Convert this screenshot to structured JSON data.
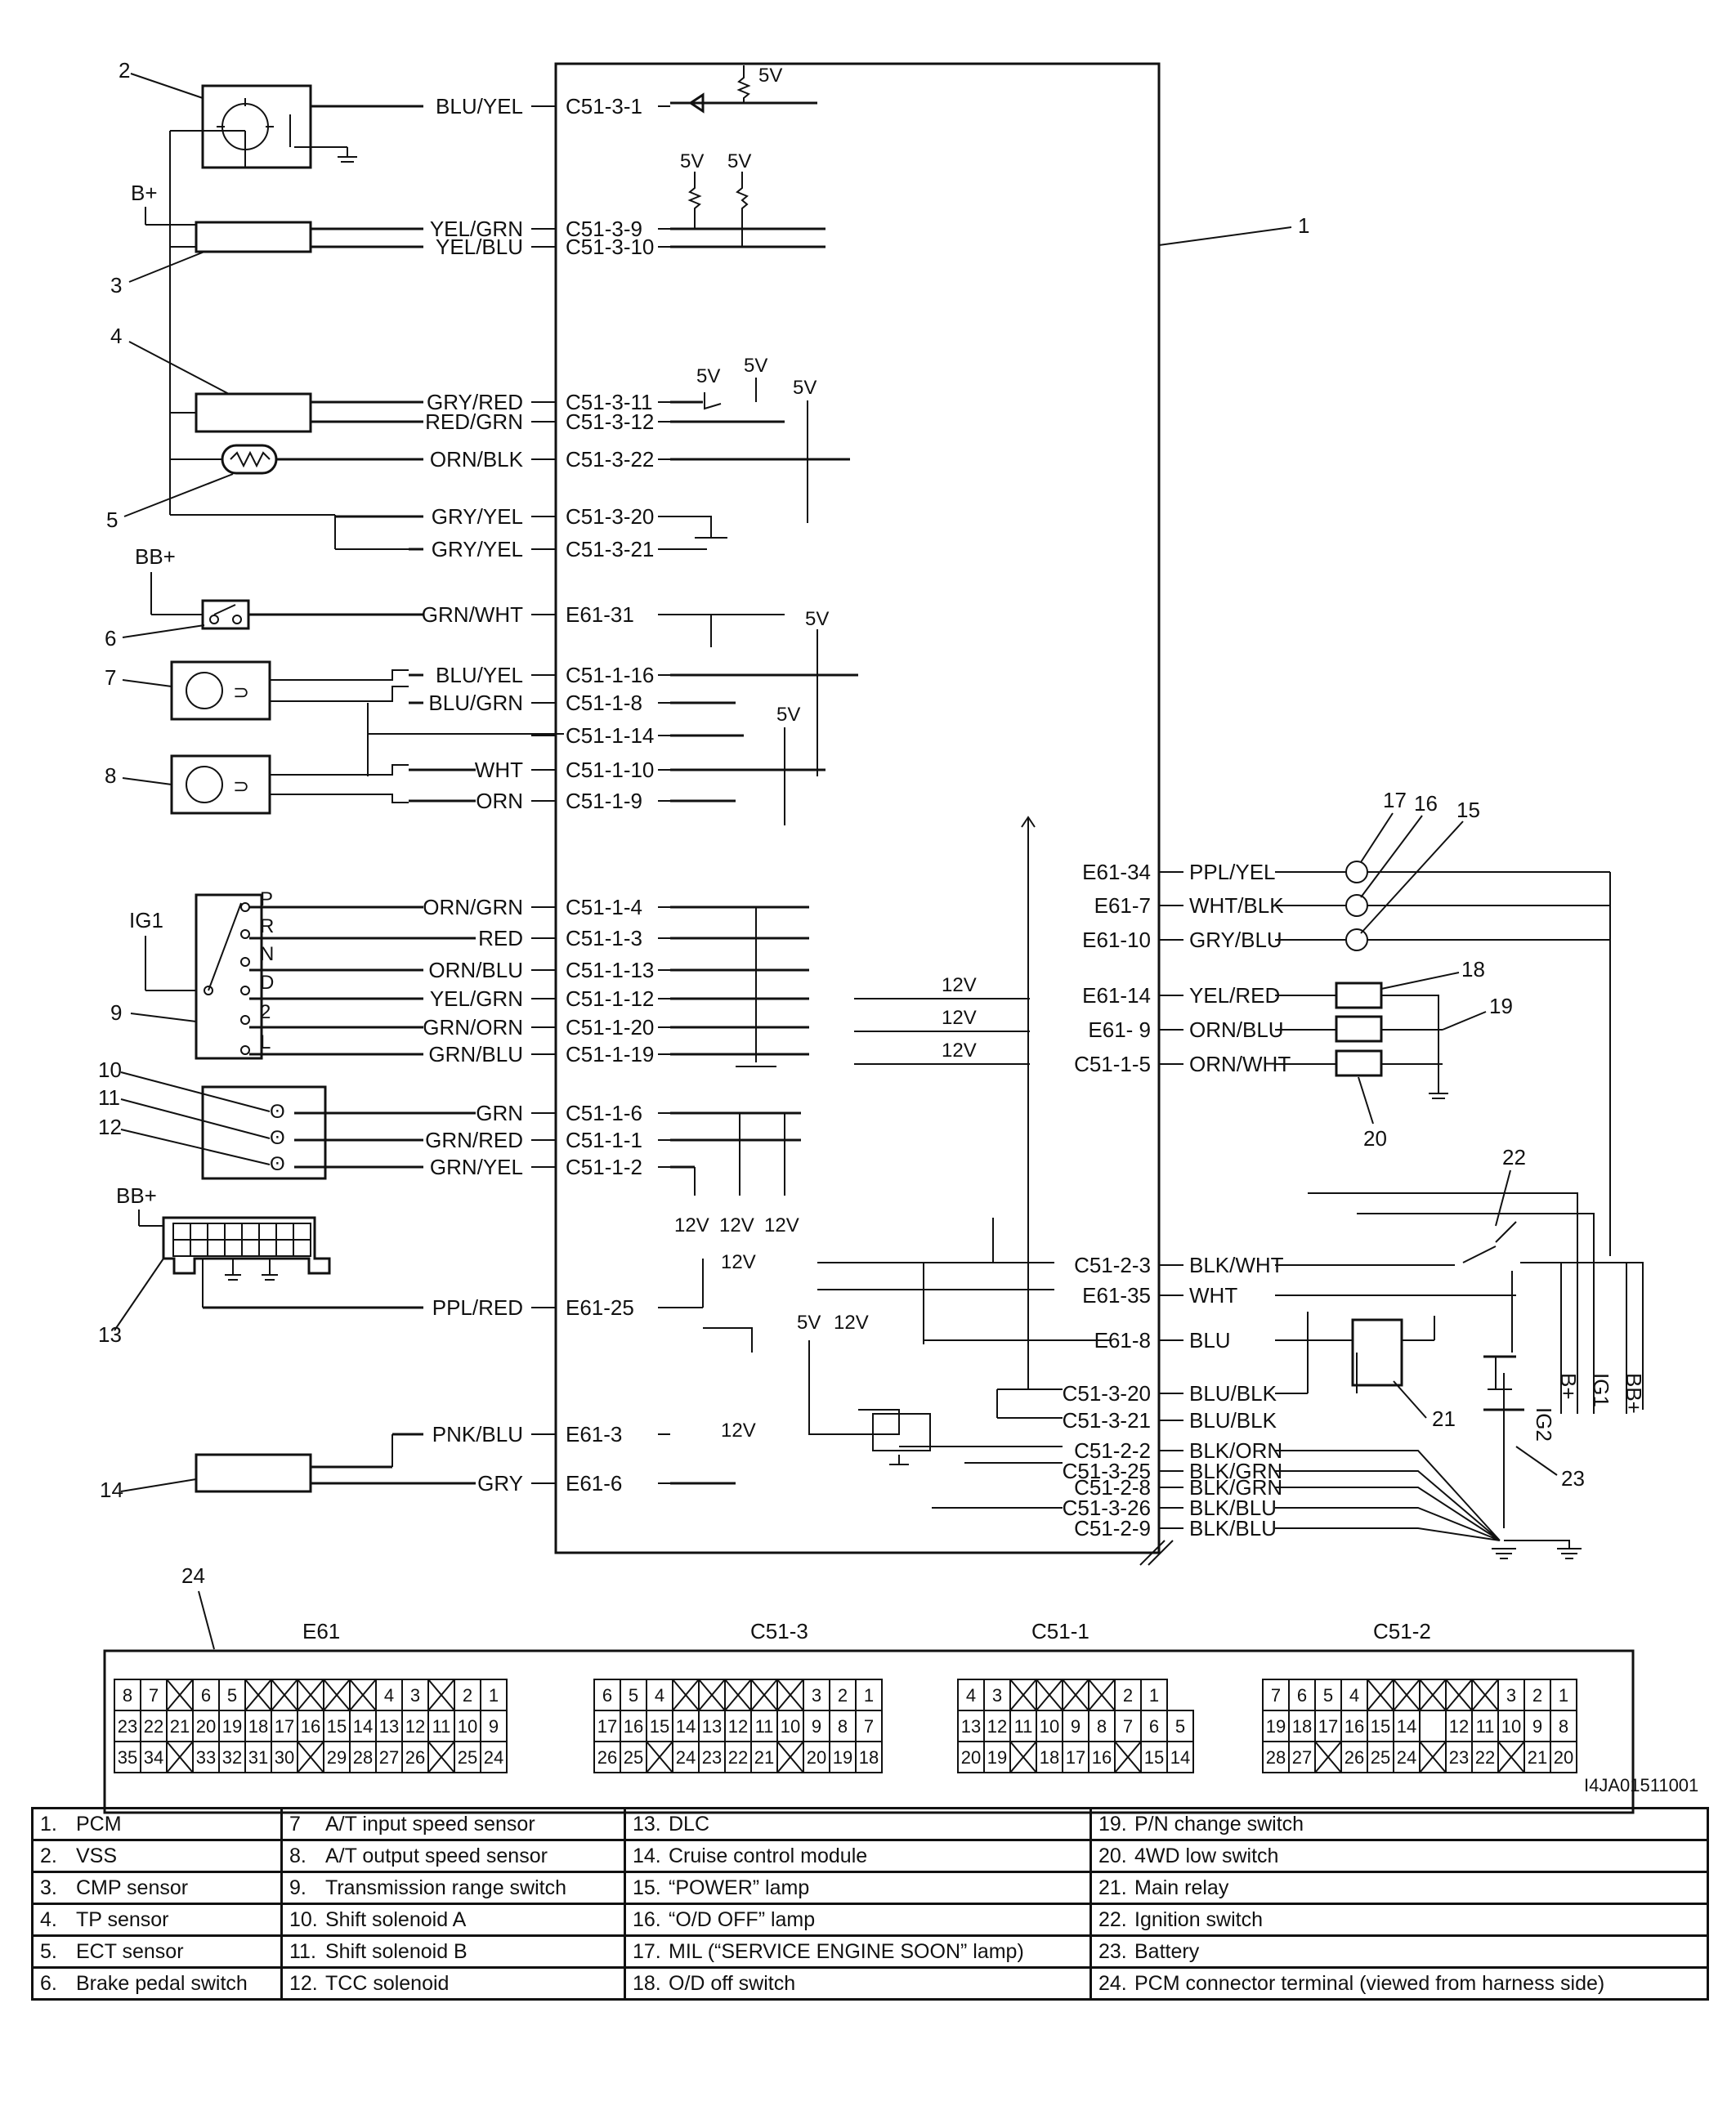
{
  "drawing_id": "I4JA01511001",
  "pcm_number": "1",
  "voltages": {
    "v5": "5V",
    "v12": "12V"
  },
  "power_labels": {
    "b_plus": "B+",
    "bb_plus": "BB+",
    "ig1": "IG1",
    "ig2": "IG2"
  },
  "left_wires": [
    {
      "wire": "BLU/YEL",
      "pin": "C51-3-1"
    },
    {
      "wire": "YEL/GRN",
      "pin": "C51-3-9"
    },
    {
      "wire": "YEL/BLU",
      "pin": "C51-3-10"
    },
    {
      "wire": "GRY/RED",
      "pin": "C51-3-11"
    },
    {
      "wire": "RED/GRN",
      "pin": "C51-3-12"
    },
    {
      "wire": "ORN/BLK",
      "pin": "C51-3-22"
    },
    {
      "wire": "GRY/YEL",
      "pin": "C51-3-20"
    },
    {
      "wire": "GRY/YEL",
      "pin": "C51-3-21"
    },
    {
      "wire": "GRN/WHT",
      "pin": "E61-31"
    },
    {
      "wire": "BLU/YEL",
      "pin": "C51-1-16"
    },
    {
      "wire": "BLU/GRN",
      "pin": "C51-1-8"
    },
    {
      "wire": "",
      "pin": "C51-1-14"
    },
    {
      "wire": "WHT",
      "pin": "C51-1-10"
    },
    {
      "wire": "ORN",
      "pin": "C51-1-9"
    },
    {
      "wire": "ORN/GRN",
      "pin": "C51-1-4"
    },
    {
      "wire": "RED",
      "pin": "C51-1-3"
    },
    {
      "wire": "ORN/BLU",
      "pin": "C51-1-13"
    },
    {
      "wire": "YEL/GRN",
      "pin": "C51-1-12"
    },
    {
      "wire": "GRN/ORN",
      "pin": "C51-1-20"
    },
    {
      "wire": "GRN/BLU",
      "pin": "C51-1-19"
    },
    {
      "wire": "GRN",
      "pin": "C51-1-6"
    },
    {
      "wire": "GRN/RED",
      "pin": "C51-1-1"
    },
    {
      "wire": "GRN/YEL",
      "pin": "C51-1-2"
    },
    {
      "wire": "PPL/RED",
      "pin": "E61-25"
    },
    {
      "wire": "PNK/BLU",
      "pin": "E61-3"
    },
    {
      "wire": "GRY",
      "pin": "E61-6"
    }
  ],
  "right_wires": [
    {
      "pin": "E61-34",
      "wire": "PPL/YEL"
    },
    {
      "pin": "E61-7",
      "wire": "WHT/BLK"
    },
    {
      "pin": "E61-10",
      "wire": "GRY/BLU"
    },
    {
      "pin": "E61-14",
      "wire": "YEL/RED"
    },
    {
      "pin": "E61- 9",
      "wire": "ORN/BLU"
    },
    {
      "pin": "C51-1-5",
      "wire": "ORN/WHT"
    },
    {
      "pin": "C51-2-3",
      "wire": "BLK/WHT"
    },
    {
      "pin": "E61-35",
      "wire": "WHT"
    },
    {
      "pin": "E61-8",
      "wire": "BLU"
    },
    {
      "pin": "C51-3-20",
      "wire": "BLU/BLK"
    },
    {
      "pin": "C51-3-21",
      "wire": "BLU/BLK"
    },
    {
      "pin": "C51-2-2",
      "wire": "BLK/ORN"
    },
    {
      "pin": "C51-3-25",
      "wire": "BLK/GRN"
    },
    {
      "pin": "C51-2-8",
      "wire": "BLK/GRN"
    },
    {
      "pin": "C51-3-26",
      "wire": "BLK/BLU"
    },
    {
      "pin": "C51-2-9",
      "wire": "BLK/BLU"
    }
  ],
  "callouts": [
    "1",
    "2",
    "3",
    "4",
    "5",
    "6",
    "7",
    "8",
    "9",
    "10",
    "11",
    "12",
    "13",
    "14",
    "15",
    "16",
    "17",
    "18",
    "19",
    "20",
    "21",
    "22",
    "23",
    "24"
  ],
  "range_positions": [
    "P",
    "R",
    "N",
    "D",
    "2",
    "L"
  ],
  "connectors": {
    "names": [
      "E61",
      "C51-3",
      "C51-1",
      "C51-2"
    ],
    "E61": [
      [
        "8",
        "7",
        "X",
        "6",
        "5",
        "X",
        "X",
        "X",
        "X",
        "X",
        "4",
        "3",
        "X",
        "2",
        "1"
      ],
      [
        "23",
        "22",
        "21",
        "20",
        "19",
        "18",
        "17",
        "16",
        "15",
        "14",
        "13",
        "12",
        "11",
        "10",
        "9"
      ],
      [
        "35",
        "34",
        "X",
        "33",
        "32",
        "31",
        "30",
        "X",
        "29",
        "28",
        "27",
        "26",
        "X",
        "25",
        "24"
      ]
    ],
    "C51-3": [
      [
        "6",
        "5",
        "4",
        "X",
        "X",
        "X",
        "X",
        "X",
        "3",
        "2",
        "1"
      ],
      [
        "17",
        "16",
        "15",
        "14",
        "13",
        "12",
        "11",
        "10",
        "9",
        "8",
        "7"
      ],
      [
        "26",
        "25",
        "X",
        "24",
        "23",
        "22",
        "21",
        "X",
        "20",
        "19",
        "18"
      ]
    ],
    "C51-1": [
      [
        "4",
        "3",
        "X",
        "X",
        "X",
        "X",
        "2",
        "1"
      ],
      [
        "13",
        "12",
        "11",
        "10",
        "9",
        "8",
        "7",
        "6",
        "5"
      ],
      [
        "20",
        "19",
        "X",
        "18",
        "17",
        "16",
        "X",
        "15",
        "14"
      ]
    ],
    "C51-2": [
      [
        "7",
        "6",
        "5",
        "4",
        "X",
        "X",
        "X",
        "X",
        "X",
        "3",
        "2",
        "1"
      ],
      [
        "19",
        "18",
        "17",
        "16",
        "15",
        "14",
        "",
        "12",
        "11",
        "10",
        "9",
        "8"
      ],
      [
        "28",
        "27",
        "X",
        "26",
        "25",
        "24",
        "X",
        "23",
        "22",
        "X",
        "21",
        "20"
      ]
    ]
  },
  "legend": [
    [
      {
        "n": "1.",
        "t": "PCM"
      },
      {
        "n": "7",
        "t": "A/T input speed sensor"
      },
      {
        "n": "13.",
        "t": "DLC"
      },
      {
        "n": "19.",
        "t": "P/N change switch"
      }
    ],
    [
      {
        "n": "2.",
        "t": "VSS"
      },
      {
        "n": "8.",
        "t": "A/T output speed sensor"
      },
      {
        "n": "14.",
        "t": "Cruise control module"
      },
      {
        "n": "20.",
        "t": "4WD low switch"
      }
    ],
    [
      {
        "n": "3.",
        "t": "CMP sensor"
      },
      {
        "n": "9.",
        "t": "Transmission range switch"
      },
      {
        "n": "15.",
        "t": "“POWER” lamp"
      },
      {
        "n": "21.",
        "t": "Main relay"
      }
    ],
    [
      {
        "n": "4.",
        "t": "TP sensor"
      },
      {
        "n": "10.",
        "t": "Shift solenoid A"
      },
      {
        "n": "16.",
        "t": "“O/D OFF” lamp"
      },
      {
        "n": "22.",
        "t": "Ignition switch"
      }
    ],
    [
      {
        "n": "5.",
        "t": "ECT sensor"
      },
      {
        "n": "11.",
        "t": "Shift solenoid B"
      },
      {
        "n": "17.",
        "t": "MIL (“SERVICE ENGINE SOON” lamp)"
      },
      {
        "n": "23.",
        "t": "Battery"
      }
    ],
    [
      {
        "n": "6.",
        "t": "Brake pedal switch"
      },
      {
        "n": "12.",
        "t": "TCC solenoid"
      },
      {
        "n": "18.",
        "t": "O/D off switch"
      },
      {
        "n": "24.",
        "t": "PCM connector terminal (viewed from harness side)"
      }
    ]
  ]
}
